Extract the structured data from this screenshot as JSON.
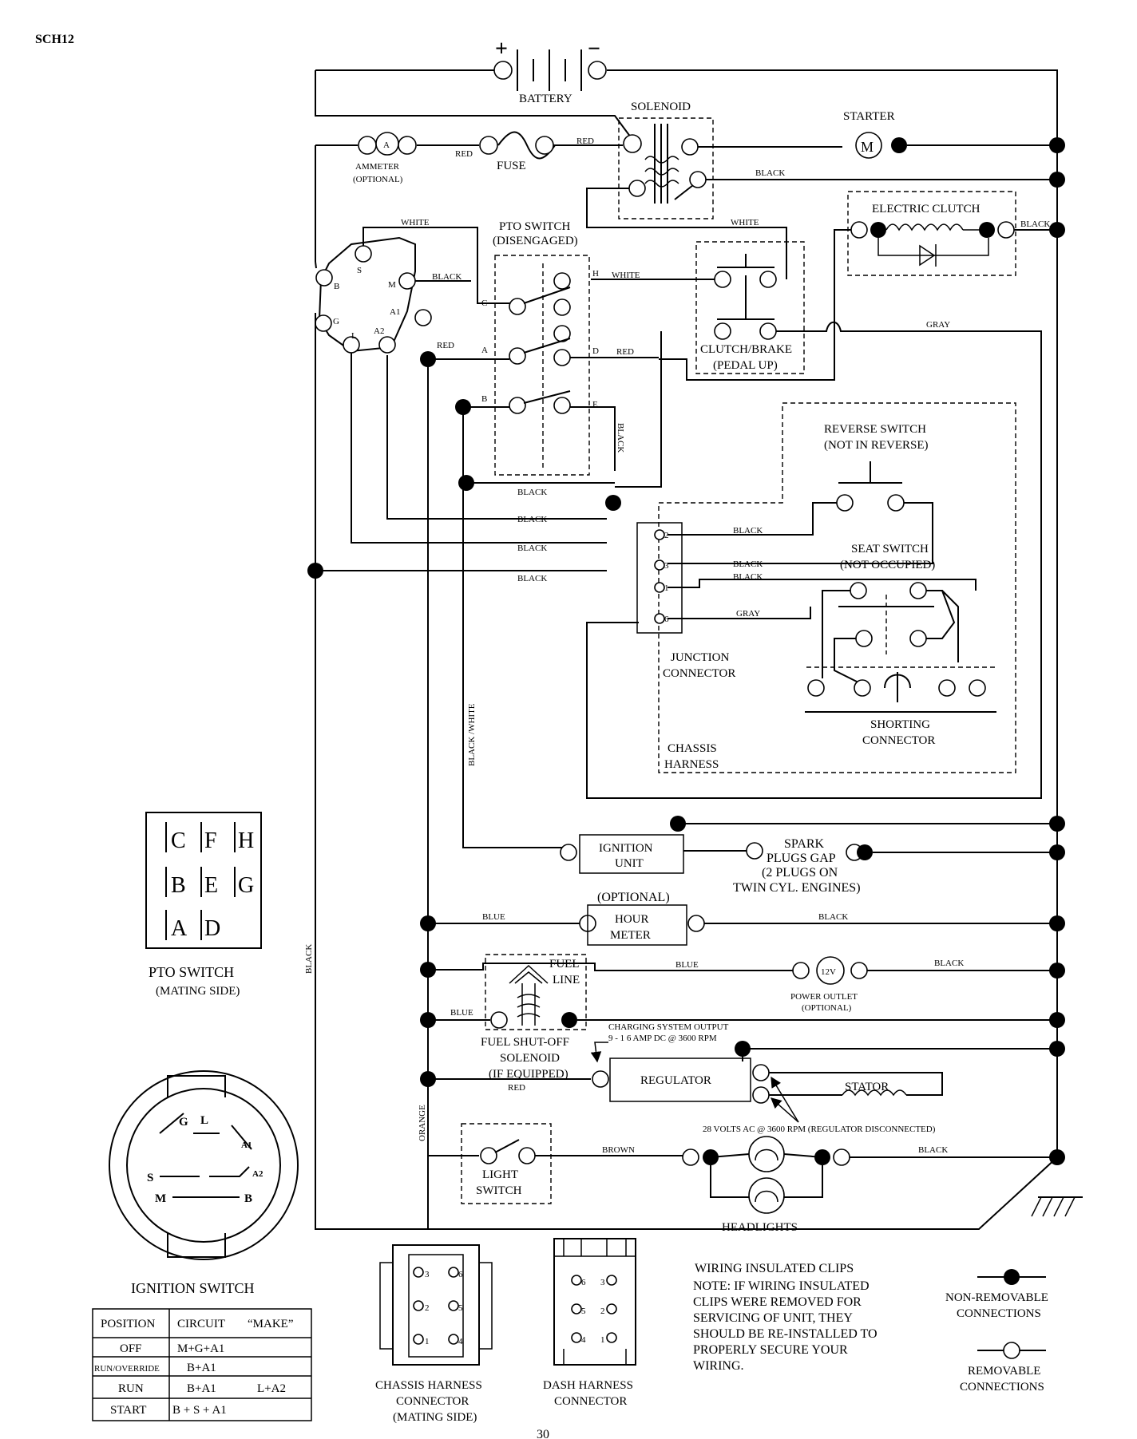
{
  "page": {
    "code": "SCH12",
    "page_number": "30"
  },
  "components": {
    "battery": {
      "label": "BATTERY",
      "plus": "+",
      "minus": "−"
    },
    "solenoid": "SOLENOID",
    "starter": {
      "label": "STARTER",
      "symbol": "M"
    },
    "ammeter": {
      "label": "AMMETER",
      "sub": "(OPTIONAL)",
      "symbol": "A"
    },
    "fuse": "FUSE",
    "electric_clutch": "ELECTRIC CLUTCH",
    "pto_switch": {
      "label": "PTO SWITCH",
      "sub": "(DISENGAGED)",
      "pins": [
        "C",
        "H",
        "A",
        "D",
        "B",
        "E"
      ]
    },
    "clutch_brake": {
      "label": "CLUTCH/BRAKE",
      "sub": "(PEDAL UP)"
    },
    "ignition_terminals": [
      "S",
      "M",
      "B",
      "A1",
      "G",
      "L",
      "A2"
    ],
    "reverse_switch": {
      "label": "REVERSE SWITCH",
      "sub": "(NOT IN REVERSE)"
    },
    "seat_switch": {
      "label": "SEAT SWITCH",
      "sub": "(NOT OCCUPIED)"
    },
    "junction_connector": {
      "line1": "JUNCTION",
      "line2": "CONNECTOR",
      "pins": [
        "2",
        "3",
        "1",
        "6"
      ]
    },
    "shorting_connector": {
      "line1": "SHORTING",
      "line2": "CONNECTOR"
    },
    "chassis_harness": {
      "line1": "CHASSIS",
      "line2": "HARNESS"
    },
    "ignition_unit": {
      "line1": "IGNITION",
      "line2": "UNIT"
    },
    "spark_plugs": {
      "line1": "SPARK",
      "line2": "PLUGS GAP",
      "line3": "(2 PLUGS ON",
      "line4": "TWIN CYL. ENGINES)"
    },
    "hour_meter": {
      "optional": "(OPTIONAL)",
      "line1": "HOUR",
      "line2": "METER"
    },
    "power_outlet": {
      "symbol": "12V",
      "label": "POWER OUTLET",
      "sub": "(OPTIONAL)"
    },
    "fuel_line": {
      "line1": "FUEL",
      "line2": "LINE"
    },
    "fuel_solenoid": {
      "line1": "FUEL SHUT-OFF",
      "line2": "SOLENOID",
      "line3": "(IF EQUIPPED)"
    },
    "charging": {
      "line1": "CHARGING SYSTEM OUTPUT",
      "line2": "9 - 1 6 AMP DC @ 3600 RPM"
    },
    "regulator": "REGULATOR",
    "stator": "STATOR",
    "stator_note": "28 VOLTS AC @ 3600 RPM (REGULATOR DISCONNECTED)",
    "light_switch": {
      "line1": "LIGHT",
      "line2": "SWITCH"
    },
    "headlights": "HEADLIGHTS"
  },
  "wires": {
    "red": "RED",
    "black": "BLACK",
    "white": "WHITE",
    "gray": "GRAY",
    "blue": "BLUE",
    "brown": "BROWN",
    "orange": "ORANGE",
    "black_white": "BLACK /WHITE"
  },
  "pto_mating": {
    "title": "PTO SWITCH",
    "subtitle": "(MATING SIDE)",
    "grid": [
      [
        "C",
        "F",
        "H"
      ],
      [
        "B",
        "E",
        "G"
      ],
      [
        "A",
        "D"
      ]
    ]
  },
  "ignition_switch": {
    "title": "IGNITION SWITCH",
    "face_letters": [
      "G",
      "L",
      "A1",
      "S",
      "A2",
      "M",
      "B"
    ],
    "table": {
      "headers": [
        "POSITION",
        "CIRCUIT",
        "“MAKE”"
      ],
      "rows": [
        [
          "OFF",
          "M+G+A1",
          ""
        ],
        [
          "RUN/OVERRIDE",
          "B+A1",
          ""
        ],
        [
          "RUN",
          "B+A1",
          "L+A2"
        ],
        [
          "START",
          "B + S + A1",
          ""
        ]
      ]
    }
  },
  "chassis_connector": {
    "line1": "CHASSIS HARNESS",
    "line2": "CONNECTOR",
    "line3": "(MATING SIDE)",
    "pins": [
      "3",
      "6",
      "2",
      "5",
      "1",
      "4"
    ]
  },
  "dash_connector": {
    "line1": "DASH HARNESS",
    "line2": "CONNECTOR",
    "pins": [
      "6",
      "3",
      "5",
      "2",
      "4",
      "1"
    ]
  },
  "note": {
    "title": "WIRING INSULATED CLIPS",
    "lines": [
      "NOTE:  IF WIRING INSULATED",
      "CLIPS WERE REMOVED FOR",
      "SERVICING OF UNIT, THEY",
      "SHOULD BE RE-INSTALLED TO",
      "PROPERLY SECURE YOUR",
      "WIRING."
    ]
  },
  "legend": {
    "non_removable": {
      "line1": "NON-REMOVABLE",
      "line2": "CONNECTIONS"
    },
    "removable": {
      "line1": "REMOVABLE",
      "line2": "CONNECTIONS"
    }
  }
}
